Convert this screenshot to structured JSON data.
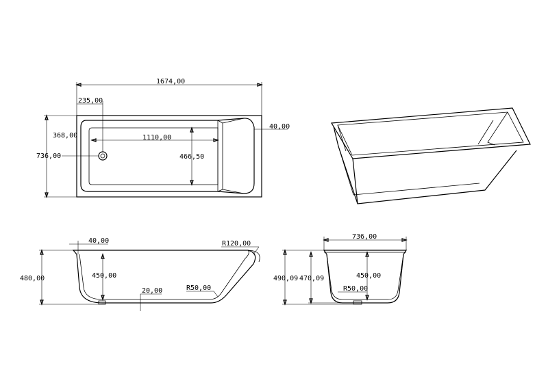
{
  "top_view": {
    "length": "1674,00",
    "drain_offset": "235,00",
    "width": "736,00",
    "half_width": "368,00",
    "inner_length": "1110,00",
    "inner_width": "466,50",
    "rim": "40,00"
  },
  "side_view": {
    "rim": "40,00",
    "radius_top": "R120,00",
    "height": "480,00",
    "depth": "450,00",
    "bottom": "20,00",
    "radius_bottom": "R50,00"
  },
  "end_view": {
    "width": "736,00",
    "height_total": "490,09",
    "height": "470,09",
    "depth": "450,00",
    "radius_bottom": "R50,00"
  }
}
